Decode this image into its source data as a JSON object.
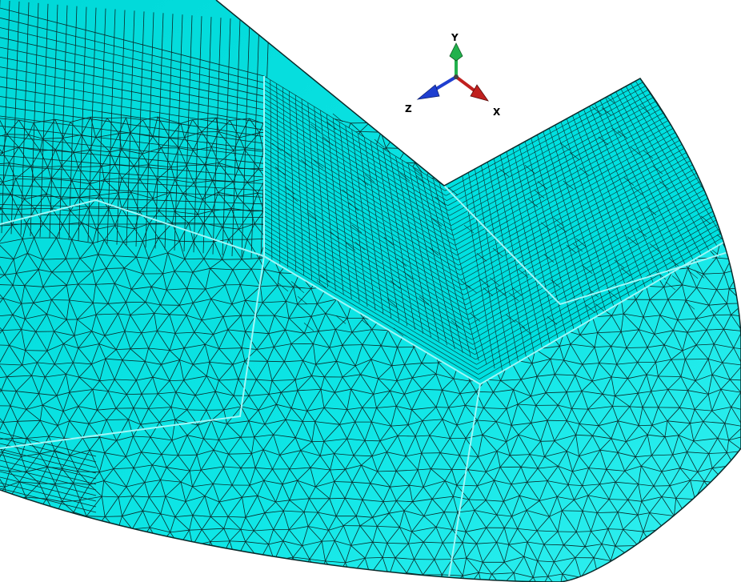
{
  "viewport": {
    "mesh_fill_color": "#00e0e0",
    "mesh_edge_color": "#0a2a2a",
    "background_color": "#ffffff"
  },
  "triad": {
    "axes": [
      {
        "label": "Y",
        "color": "#22b14c"
      },
      {
        "label": "Z",
        "color": "#1f3fd0"
      },
      {
        "label": "X",
        "color": "#c0201e"
      }
    ]
  }
}
